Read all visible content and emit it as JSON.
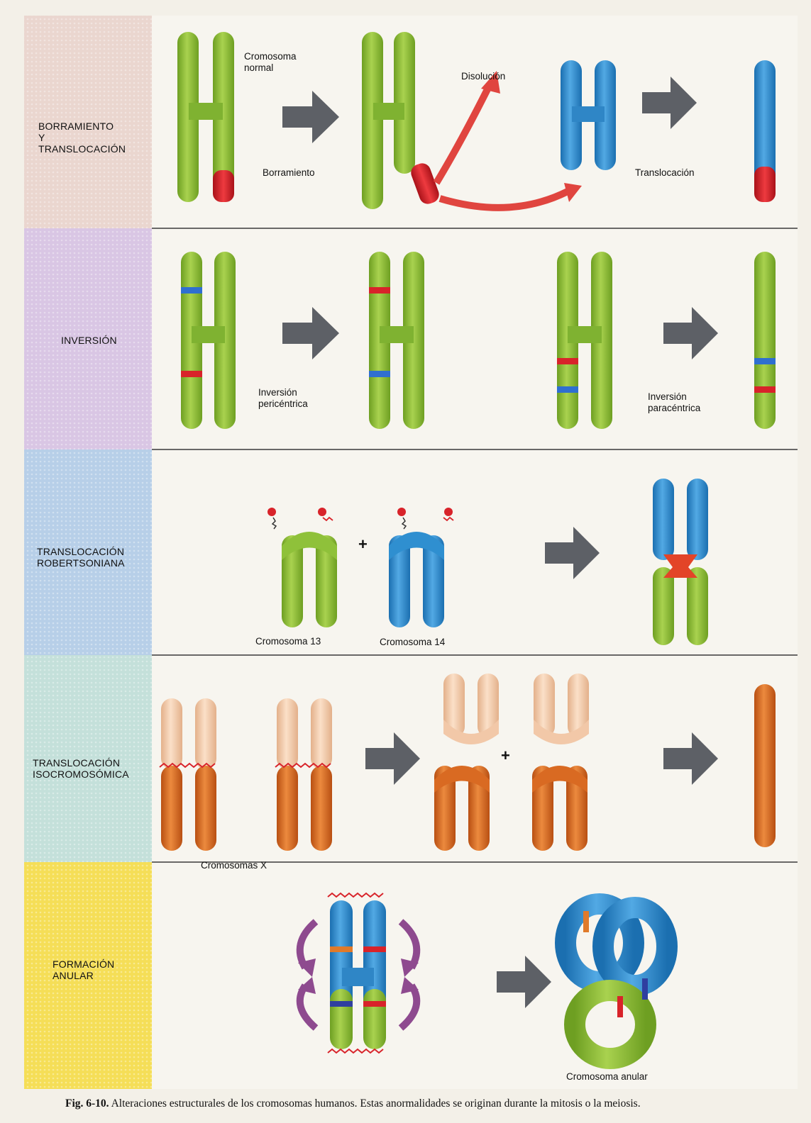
{
  "figure": {
    "caption_number": "Fig. 6-10.",
    "caption_text": "Alteraciones estructurales de los cromosomas humanos. Estas anormalidades se originan durante la mitosis o la meiosis."
  },
  "rows": [
    {
      "id": "row1",
      "label_lines": [
        "BORRAMIENTO",
        "Y",
        "TRANSLOCACIÓN"
      ]
    },
    {
      "id": "row2",
      "label_lines": [
        "INVERSIÓN"
      ]
    },
    {
      "id": "row3",
      "label_lines": [
        "TRANSLOCACIÓN",
        "ROBERTSONIANA"
      ]
    },
    {
      "id": "row4",
      "label_lines": [
        "TRANSLOCACIÓN",
        "ISOCROMOSÓMICA"
      ]
    },
    {
      "id": "row5",
      "label_lines": [
        "FORMACIÓN",
        "ANULAR"
      ]
    }
  ],
  "annotations": {
    "cromosoma_normal": [
      "Cromosoma",
      "normal"
    ],
    "borramiento": "Borramiento",
    "disolucion": "Disolución",
    "translocacion": "Translocación",
    "inversion_pericentrica": [
      "Inversión",
      "pericéntrica"
    ],
    "inversion_paracentrica": [
      "Inversión",
      "paracéntrica"
    ],
    "cromosoma_13": "Cromosoma 13",
    "cromosoma_14": "Cromosoma 14",
    "cromosomas_x": "Cromosomas X",
    "cromosoma_anular": "Cromosoma anular",
    "plus": "+"
  },
  "colors": {
    "row1_band": "#ead6cf",
    "row2_band": "#d9c6e4",
    "row3_band": "#b7cfe8",
    "row4_band": "#c4e0da",
    "row5_band": "#f5de57",
    "chromosome_green": "#8fc13a",
    "chromosome_blue": "#2f8fd0",
    "chromosome_orange": "#d96a22",
    "chromosome_pale": "#f2c8a8",
    "deletion_red": "#d8232a",
    "arrow_gray": "#5d6066",
    "curved_arrow_red": "#e0453f",
    "rotation_arrow_purple": "#8e4a8f"
  }
}
